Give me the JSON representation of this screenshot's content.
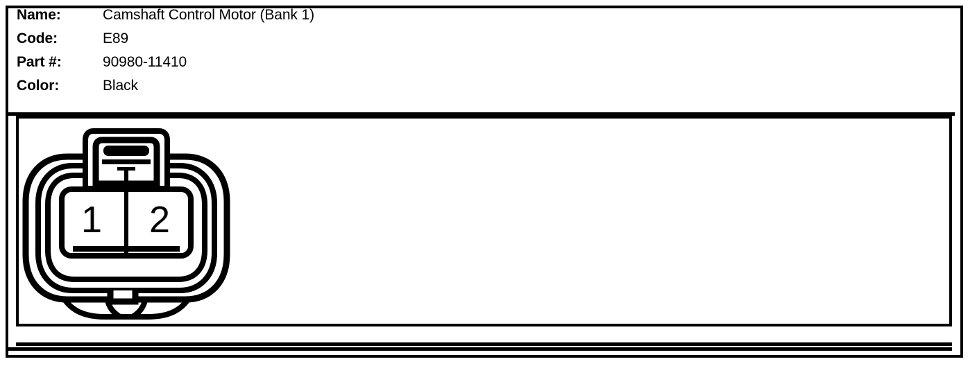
{
  "record": {
    "fields": [
      {
        "label": "Name:",
        "value": "Camshaft Control Motor (Bank 1)"
      },
      {
        "label": "Code:",
        "value": "E89"
      },
      {
        "label": "Part #:",
        "value": "90980-11410"
      },
      {
        "label": "Color:",
        "value": "Black"
      }
    ]
  },
  "diagram": {
    "title": "connector-face-view",
    "pins": [
      {
        "number": "1"
      },
      {
        "number": "2"
      }
    ],
    "stroke_color": "#000000",
    "fill_color": "#ffffff"
  }
}
